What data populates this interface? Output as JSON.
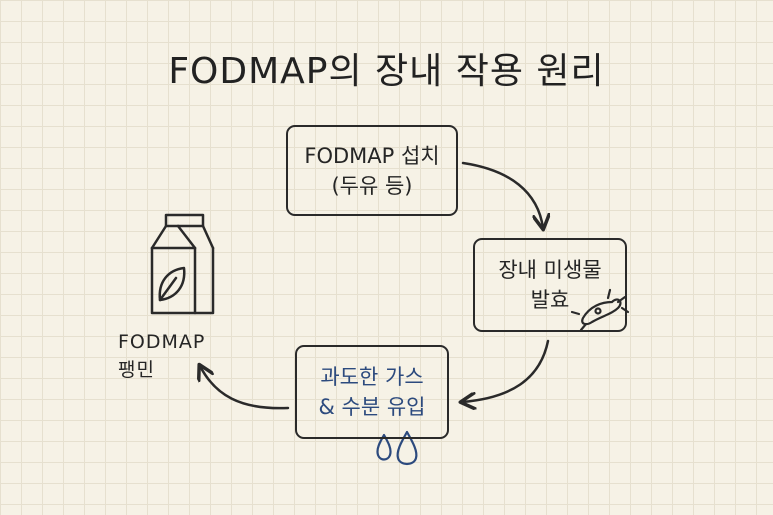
{
  "title": "FODMAP의 장내 작용 원리",
  "steps": [
    {
      "line1": "FODMAP 섭치",
      "line2": "(두유 등)"
    },
    {
      "line1": "장내 미생물",
      "line2": "발효"
    },
    {
      "line1": "과도한 가스",
      "line2": "& 수분 유입"
    }
  ],
  "result": {
    "line1": "FODMAP",
    "line2": "팽민"
  },
  "colors": {
    "ink": "#2a2a2a",
    "accent": "#2c4a7e",
    "paper": "#f6f2e6",
    "grid": "#e6e0cf"
  }
}
